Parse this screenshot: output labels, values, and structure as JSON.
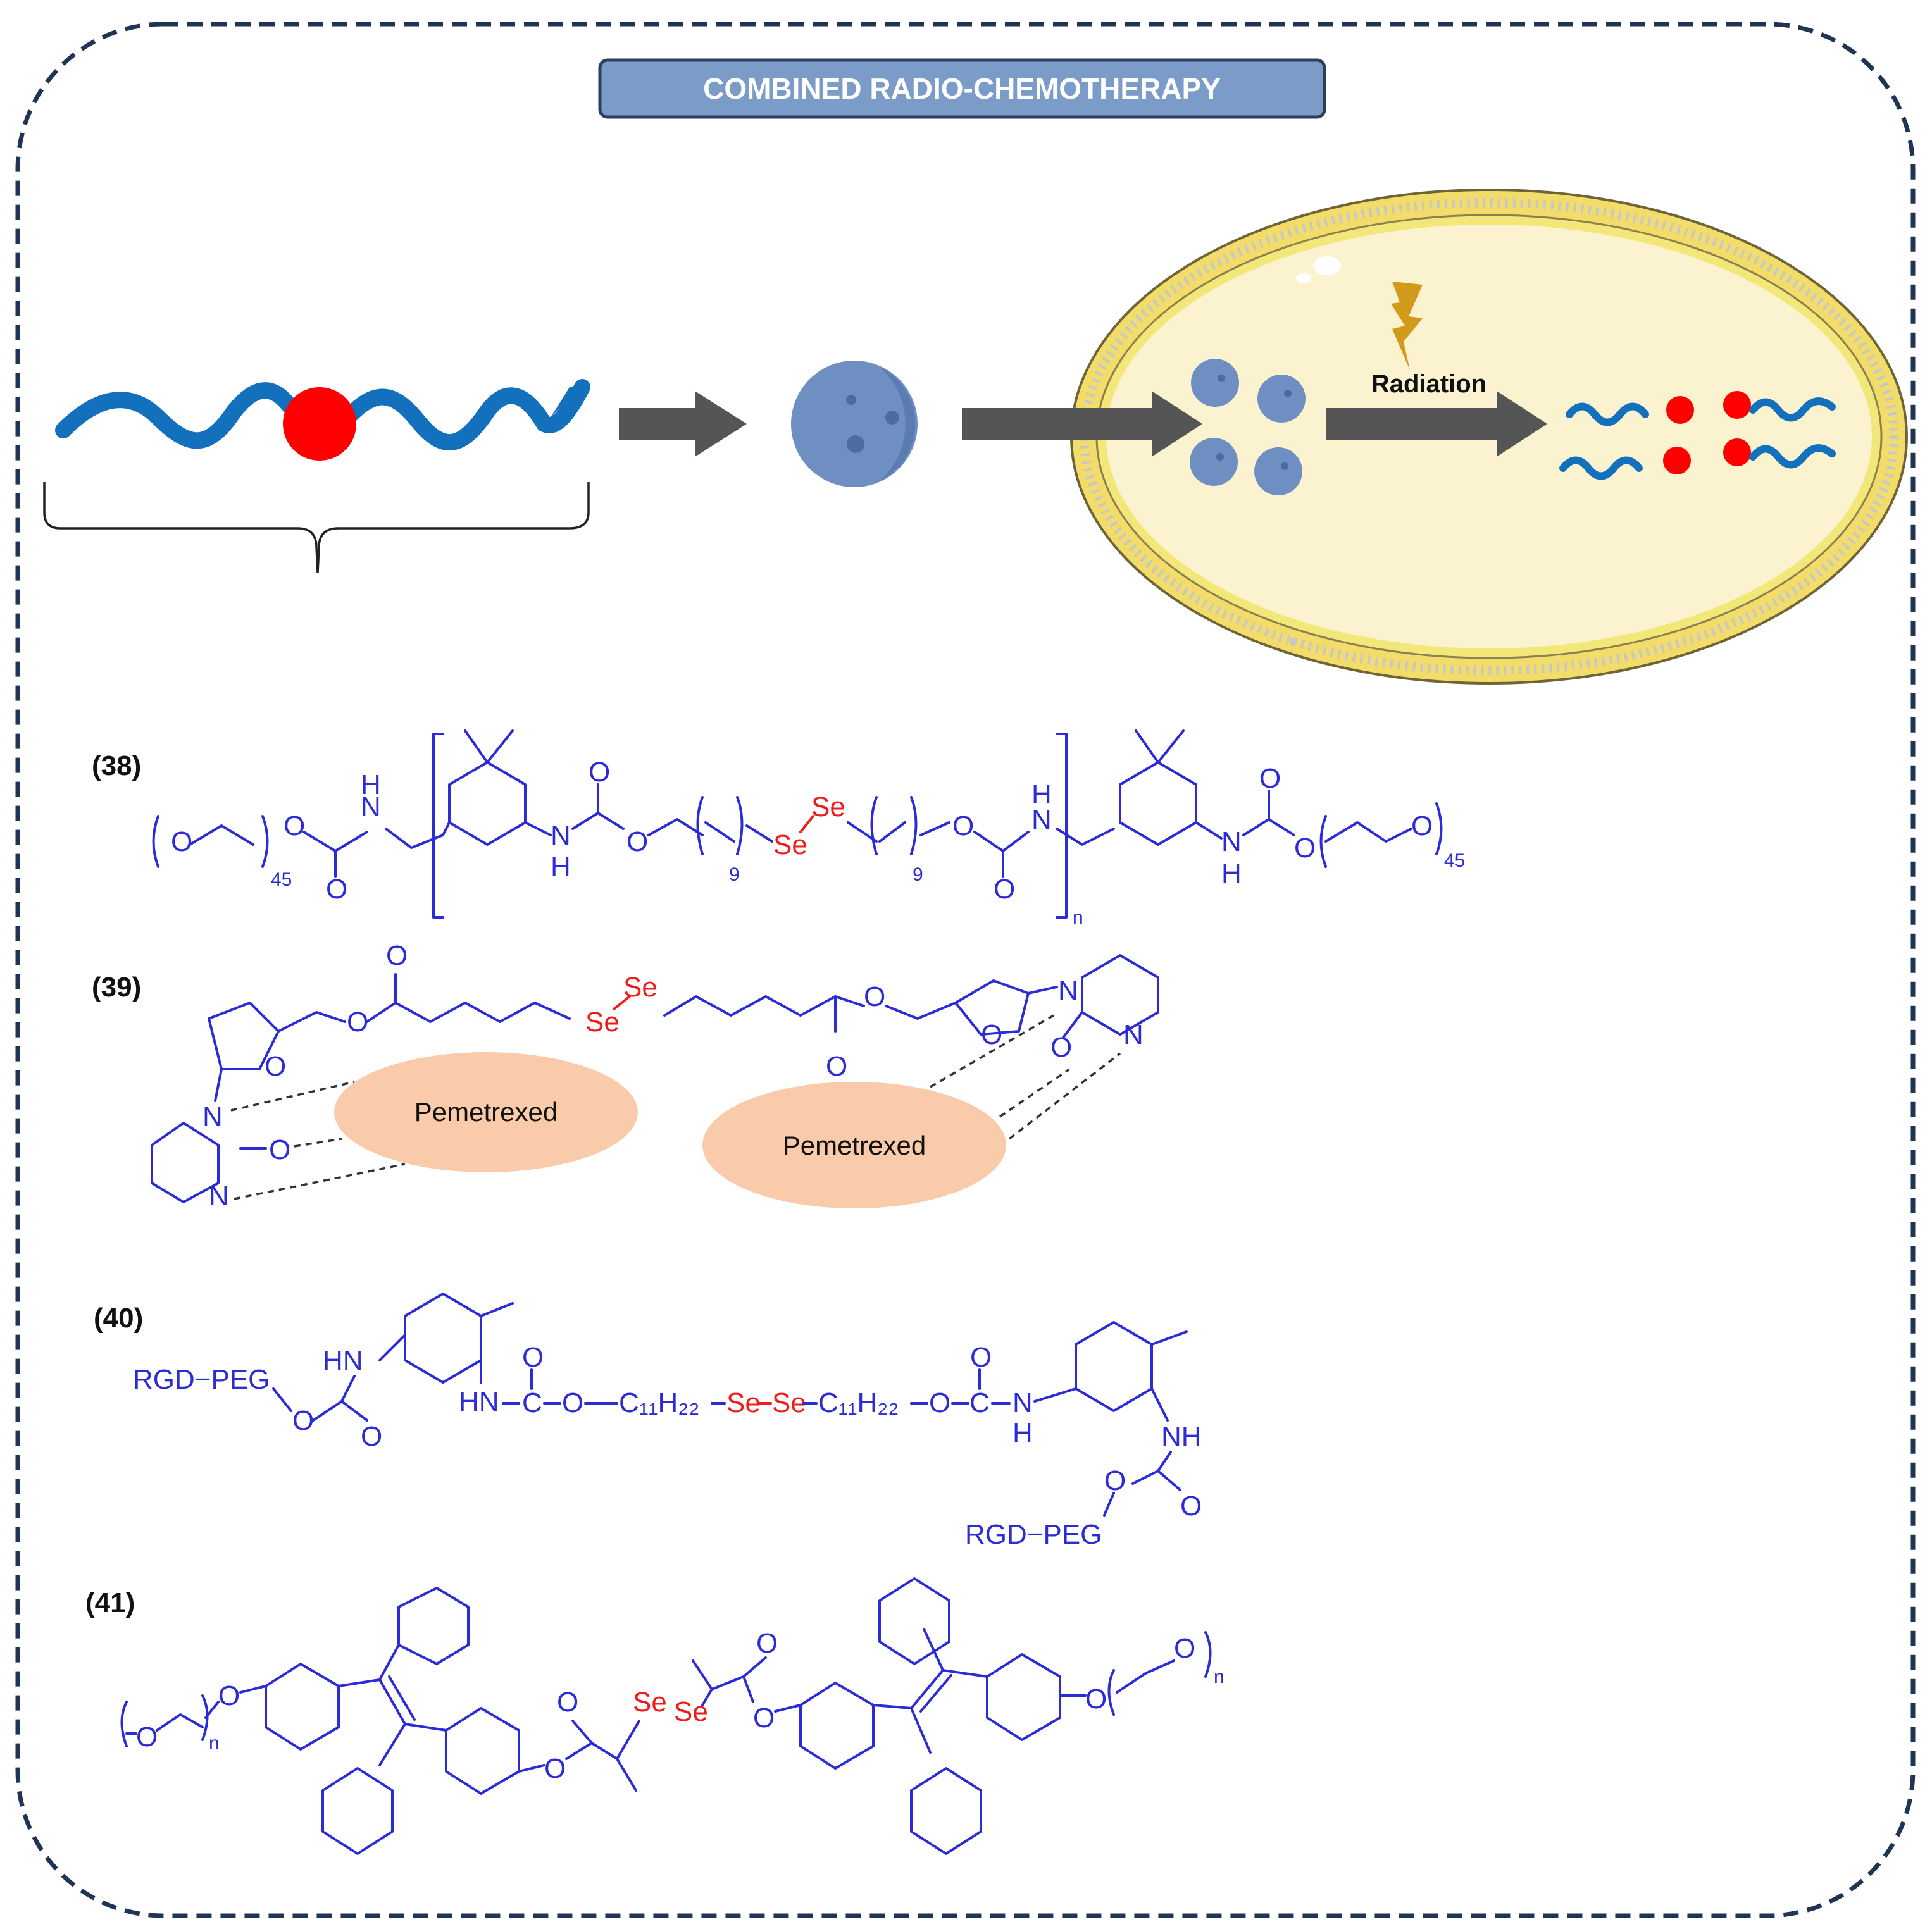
{
  "header": {
    "title": "COMBINED RADIO-CHEMOTHERAPY"
  },
  "scheme": {
    "radiation_label": "Radiation"
  },
  "compounds": [
    {
      "label": "(38)",
      "subscript_peg": "45",
      "subscript_alkyl": "9",
      "subscript_repeat": "n"
    },
    {
      "label": "(39)",
      "drug_label": "Pemetrexed"
    },
    {
      "label": "(40)",
      "end_group": "RGD−PEG",
      "spacer": "C₁₁H₂₂"
    },
    {
      "label": "(41)",
      "subscript_repeat": "n"
    }
  ],
  "atoms": {
    "O": "O",
    "N": "N",
    "H": "H",
    "NH": "NH",
    "HN": "HN",
    "Se": "Se",
    "C": "C"
  },
  "colors": {
    "frame": "#1f3553",
    "title_box": "#7b9cc8",
    "chain": "#1370bd",
    "drug": "#ff0000",
    "nanoparticle": "#6f8fc2",
    "cell_fill": "#fbf3cf",
    "lipid_head": "#f1e36a",
    "arrow": "#555555",
    "bond_blue": "#2b2bd8",
    "selenium_red": "#ee1c1c",
    "pemetrexed": "#f9cbaa"
  }
}
